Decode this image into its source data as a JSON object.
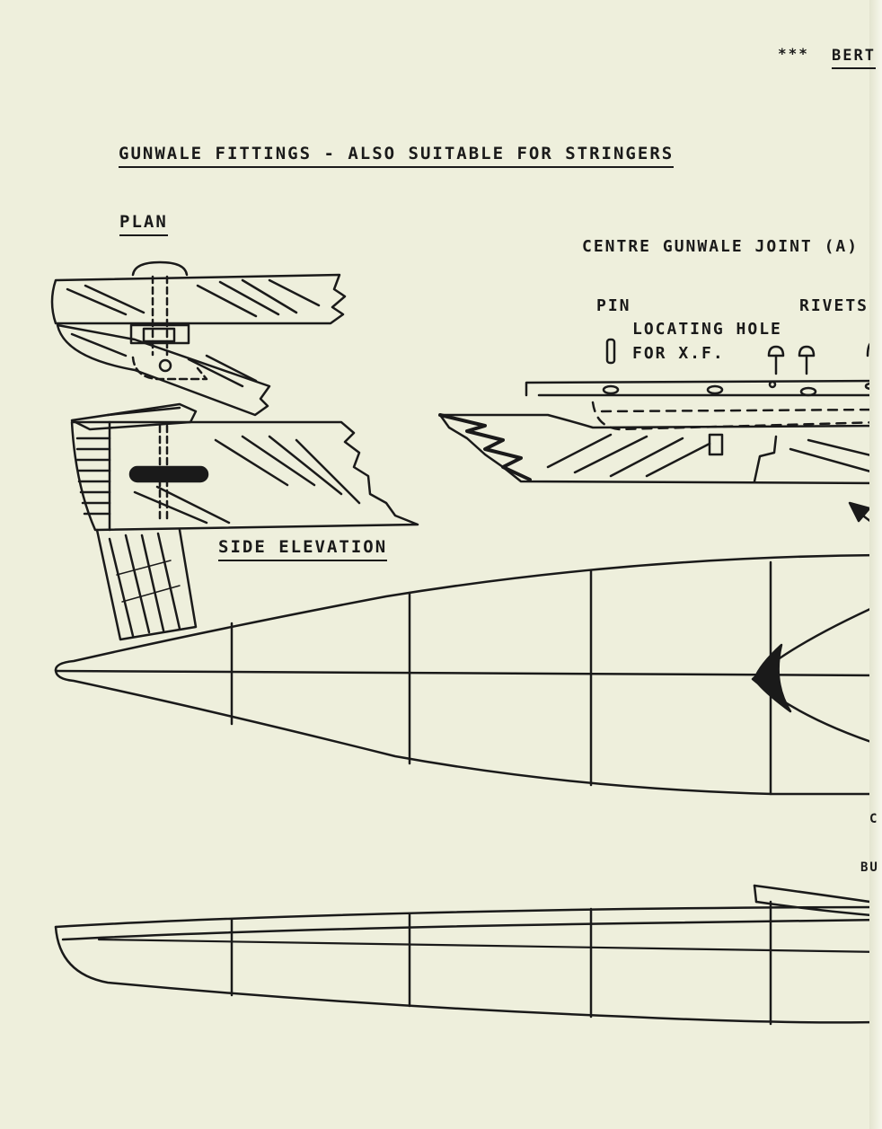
{
  "header": {
    "marker": "***",
    "author_fragment": "BERT",
    "title": "GUNWALE FITTINGS - ALSO SUITABLE FOR STRINGERS"
  },
  "labels": {
    "plan": "PLAN",
    "side_elevation": "SIDE ELEVATION",
    "centre_joint": "CENTRE GUNWALE JOINT (A)",
    "pin": "PIN",
    "rivets": "RIVETS",
    "locating_hole_1": "LOCATING HOLE",
    "locating_hole_2": "FOR X.F.",
    "edge_fragment_1": "C",
    "edge_fragment_2": "BU"
  },
  "colors": {
    "paper": "#eeefdc",
    "ink": "#1a1a1a"
  }
}
